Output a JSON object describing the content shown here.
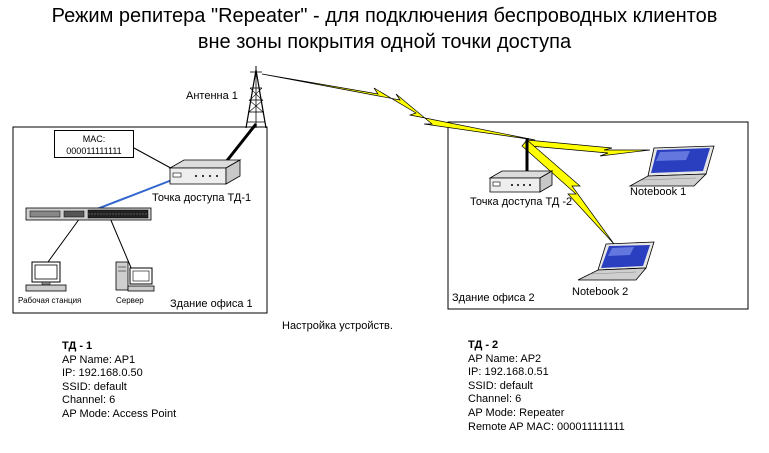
{
  "title": {
    "line1": "Режим репитера \"Repeater\" - для подключения беспроводных клиентов",
    "line2": "вне зоны покрытия одной точки доступа"
  },
  "labels": {
    "antenna": "Антенна 1",
    "ap1": "Точка доступа ТД-1",
    "ap2": "Точка доступа ТД -2",
    "workstation": "Рабочая станция",
    "server": "Сервер",
    "building1": "Здание офиса 1",
    "building2": "Здание офиса 2",
    "notebook1": "Notebook 1",
    "notebook2": "Notebook 2",
    "settings": "Настройка устройств."
  },
  "mac_box": {
    "line1": "MAC:",
    "line2": "000011111111"
  },
  "td1": {
    "header": "ТД - 1",
    "lines": [
      "AP Name: AP1",
      "IP: 192.168.0.50",
      "SSID: default",
      "Channel: 6",
      "AP Mode: Access Point"
    ]
  },
  "td2": {
    "header": "ТД - 2",
    "lines": [
      "AP Name: AP2",
      "IP: 192.168.0.51",
      "SSID: default",
      "Channel: 6",
      "AP Mode: Repeater",
      "Remote AP MAC: 000011111111"
    ]
  },
  "colors": {
    "wireless": "#ffff00",
    "ethernet": "#3366cc",
    "screen": "#2a3fbf"
  }
}
